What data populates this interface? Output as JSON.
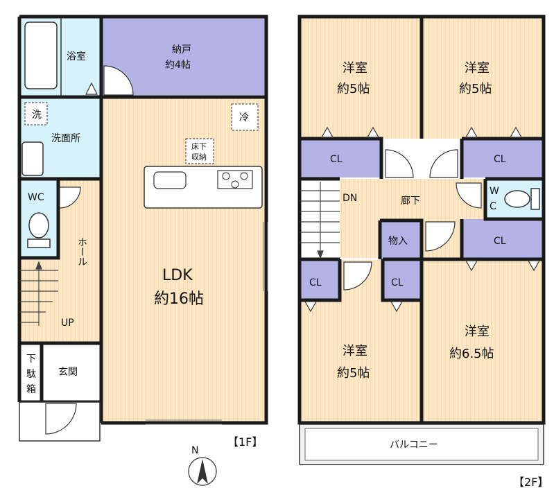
{
  "floor1": {
    "tag": "【1F】",
    "rooms": {
      "bath": "浴室",
      "storage_name": "納戸",
      "storage_size": "約4帖",
      "laundry_box": "洗",
      "washroom": "洗面所",
      "fridge": "冷",
      "underfloor_1": "床下",
      "underfloor_2": "収納",
      "wc": "WC",
      "hall": "ホール",
      "up": "UP",
      "ldk_name": "LDK",
      "ldk_size": "約16帖",
      "shoe_1": "下",
      "shoe_2": "駄",
      "shoe_3": "箱",
      "entrance": "玄関"
    }
  },
  "floor2": {
    "tag": "【2F】",
    "rooms": {
      "room_nw_name": "洋室",
      "room_nw_size": "約5帖",
      "room_ne_name": "洋室",
      "room_ne_size": "約5帖",
      "cl_1": "CL",
      "cl_2": "CL",
      "dn": "DN",
      "corridor": "廊下",
      "wc_w": "W",
      "wc_c": "C",
      "closet_storage": "物入",
      "cl_3": "CL",
      "cl_4": "CL",
      "cl_5": "CL",
      "room_sw_name": "洋室",
      "room_sw_size": "約5帖",
      "room_se_name": "洋室",
      "room_se_size": "約6.5帖",
      "balcony": "バルコニー"
    }
  },
  "compass": {
    "north": "N"
  },
  "colors": {
    "floor": "#fbe7c6",
    "floor_line": "#f0cfa0",
    "wet": "#d6f2fb",
    "closet": "#b3b3e6",
    "wall": "#1a1a1a",
    "white": "#ffffff",
    "balcony": "#f2f2f2"
  }
}
